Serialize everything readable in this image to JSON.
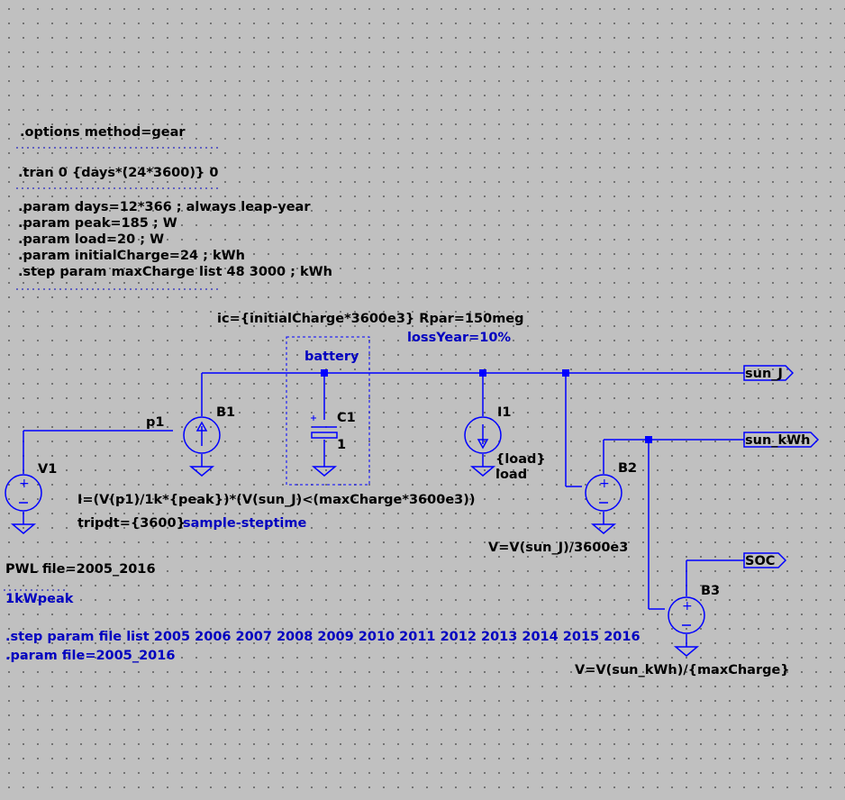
{
  "directives": {
    "options": ".options method=gear",
    "tran": ".tran 0 {days*(24*3600)} 0",
    "params": [
      ".param days=12*366 ; always leap-year",
      ".param peak=185 ; W",
      ".param load=20 ; W",
      ".param initialCharge=24 ; kWh",
      ".step param maxCharge list 48 3000 ; kWh"
    ],
    "step_file": ".step param file list 2005 2006 2007 2008 2009 2010 2011 2012 2013 2014 2015 2016",
    "param_file": ".param file=2005_2016"
  },
  "capacitor": {
    "attrs": "ic={initialCharge*3600e3} Rpar=150meg",
    "loss": "lossYear=10%",
    "label": "battery",
    "name": "C1",
    "value": "1"
  },
  "sources": {
    "v1": {
      "name": "V1",
      "value": "PWL file=2005_2016",
      "comment": "1kWpeak"
    },
    "b1": {
      "name": "B1",
      "expr": "I=(V(p1)/1k*{peak})*(V(sun_J)<(maxCharge*3600e3))",
      "tripdt": "tripdt={3600}",
      "note": "sample-steptime"
    },
    "i1": {
      "name": "I1",
      "value": "{load}",
      "value2": "load"
    },
    "b2": {
      "name": "B2",
      "expr": "V=V(sun_J)/3600e3"
    },
    "b3": {
      "name": "B3",
      "expr": "V=V(sun_kWh)/{maxCharge}"
    }
  },
  "nets": {
    "p1": "p1",
    "sun_J": "sun_J",
    "sun_kWh": "sun_kWh",
    "SOC": "SOC"
  },
  "colors": {
    "wire": "#0000ff",
    "component": "#0000ff",
    "text": "#000000",
    "spice_text": "#0000c0",
    "background": "#c0c0c0"
  }
}
